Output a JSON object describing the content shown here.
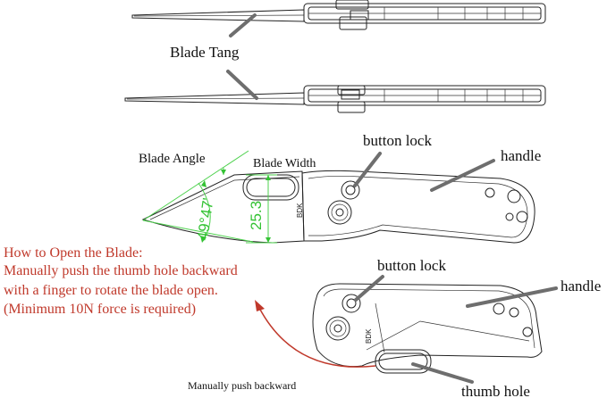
{
  "labels": {
    "blade_tang": "Blade Tang",
    "blade_angle": "Blade Angle",
    "blade_width": "Blade Width",
    "angle_value": "49°47'",
    "width_value": "25.3",
    "button_lock_top": "button lock",
    "handle_top": "handle",
    "button_lock_bottom": "button lock",
    "handle_bottom": "handle",
    "thumb_hole": "thumb hole",
    "push_note": "Manually push backward",
    "brand_mark": "BDK"
  },
  "instructions": {
    "title": "How to Open the Blade:",
    "line1": "Manually push the thumb hole backward",
    "line2": "with a finger to rotate the blade open.",
    "line3": "(Minimum 10N force is required)"
  },
  "colors": {
    "text": "#111111",
    "instruction_red": "#c0392b",
    "dimension_green": "#33c233",
    "leader_gray": "#6e6e6e",
    "drawing_line": "#222222"
  }
}
